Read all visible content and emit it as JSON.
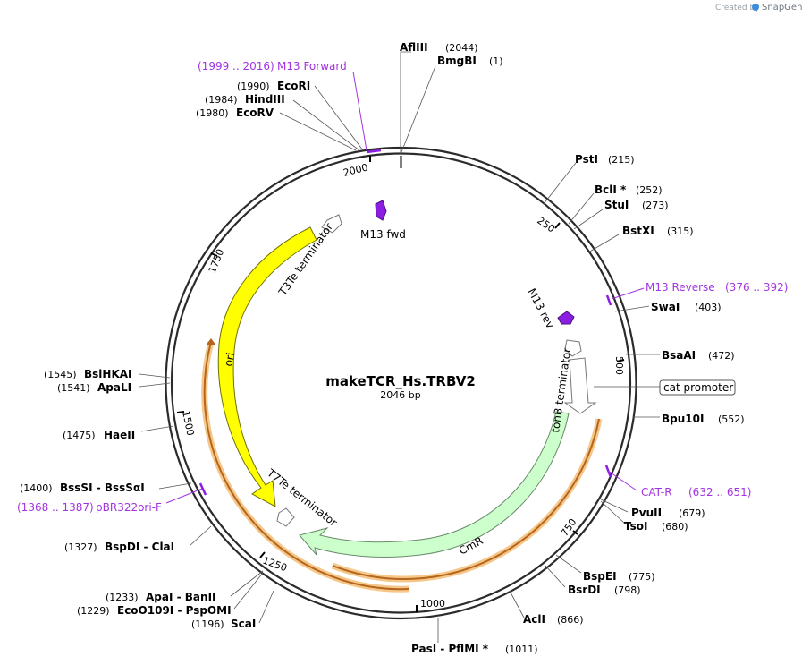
{
  "map": {
    "name": "makeTCR_Hs.TRBV2",
    "length_label": "2046 bp",
    "total_bp": 2046
  },
  "watermark": {
    "created_by": "Created by",
    "brand": "SnapGene"
  },
  "colors": {
    "backbone": "#2b2b2b",
    "primer": "#8b1ee0",
    "primer_label": "#a234e0",
    "ori": "#ffff00",
    "cmr": "#ccffcc",
    "cat_promoter": "#ffffff",
    "terminator": "#ffffff",
    "orange_feature": "#b5651d",
    "orange_glow": "#f5c88a"
  },
  "sites": [
    {
      "name": "AflIII",
      "pos": "(2044)"
    },
    {
      "name": "BmgBI",
      "pos": "(1)"
    },
    {
      "name": "PstI",
      "pos": "(215)"
    },
    {
      "name": "BclI *",
      "pos": "(252)"
    },
    {
      "name": "StuI",
      "pos": "(273)"
    },
    {
      "name": "BstXI",
      "pos": "(315)"
    },
    {
      "name": "SwaI",
      "pos": "(403)"
    },
    {
      "name": "BsaAI",
      "pos": "(472)"
    },
    {
      "name": "Bpu10I",
      "pos": "(552)"
    },
    {
      "name": "PvuII",
      "pos": "(679)"
    },
    {
      "name": "TsoI",
      "pos": "(680)"
    },
    {
      "name": "BspEI",
      "pos": "(775)"
    },
    {
      "name": "BsrDI",
      "pos": "(798)"
    },
    {
      "name": "AclI",
      "pos": "(866)"
    },
    {
      "name": "PasI  -  PflMI *",
      "pos": "(1011)"
    },
    {
      "name": "ScaI",
      "pos": "(1196)"
    },
    {
      "name": "EcoO109I  -  PspOMI",
      "pos": "(1229)"
    },
    {
      "name": "ApaI  -  BanII",
      "pos": "(1233)"
    },
    {
      "name": "BspDI  -  ClaI",
      "pos": "(1327)"
    },
    {
      "name": "BssSI  -  BssSαI",
      "pos": "(1400)"
    },
    {
      "name": "HaeII",
      "pos": "(1475)"
    },
    {
      "name": "ApaLI",
      "pos": "(1541)"
    },
    {
      "name": "BsiHKAI",
      "pos": "(1545)"
    },
    {
      "name": "EcoRV",
      "pos": "(1980)"
    },
    {
      "name": "HindIII",
      "pos": "(1984)"
    },
    {
      "name": "EcoRI",
      "pos": "(1990)"
    }
  ],
  "primers": [
    {
      "name": "M13 Forward",
      "range": "(1999 .. 2016)"
    },
    {
      "name": "M13 Reverse",
      "range": "(376 .. 392)"
    },
    {
      "name": "CAT-R",
      "range": "(632 .. 651)"
    },
    {
      "name": "pBR322ori-F",
      "range": "(1368 .. 1387)"
    }
  ],
  "features": {
    "cat_promoter": "cat promoter",
    "cmr": "CmR",
    "ori": "ori",
    "t3te": "T3Te terminator",
    "t7te": "T7Te terminator",
    "tonb": "tonB terminator",
    "m13fwd": "M13 fwd",
    "m13rev": "M13 rev"
  },
  "ticks": [
    "250",
    "500",
    "750",
    "1000",
    "1250",
    "1500",
    "1750",
    "2000"
  ]
}
